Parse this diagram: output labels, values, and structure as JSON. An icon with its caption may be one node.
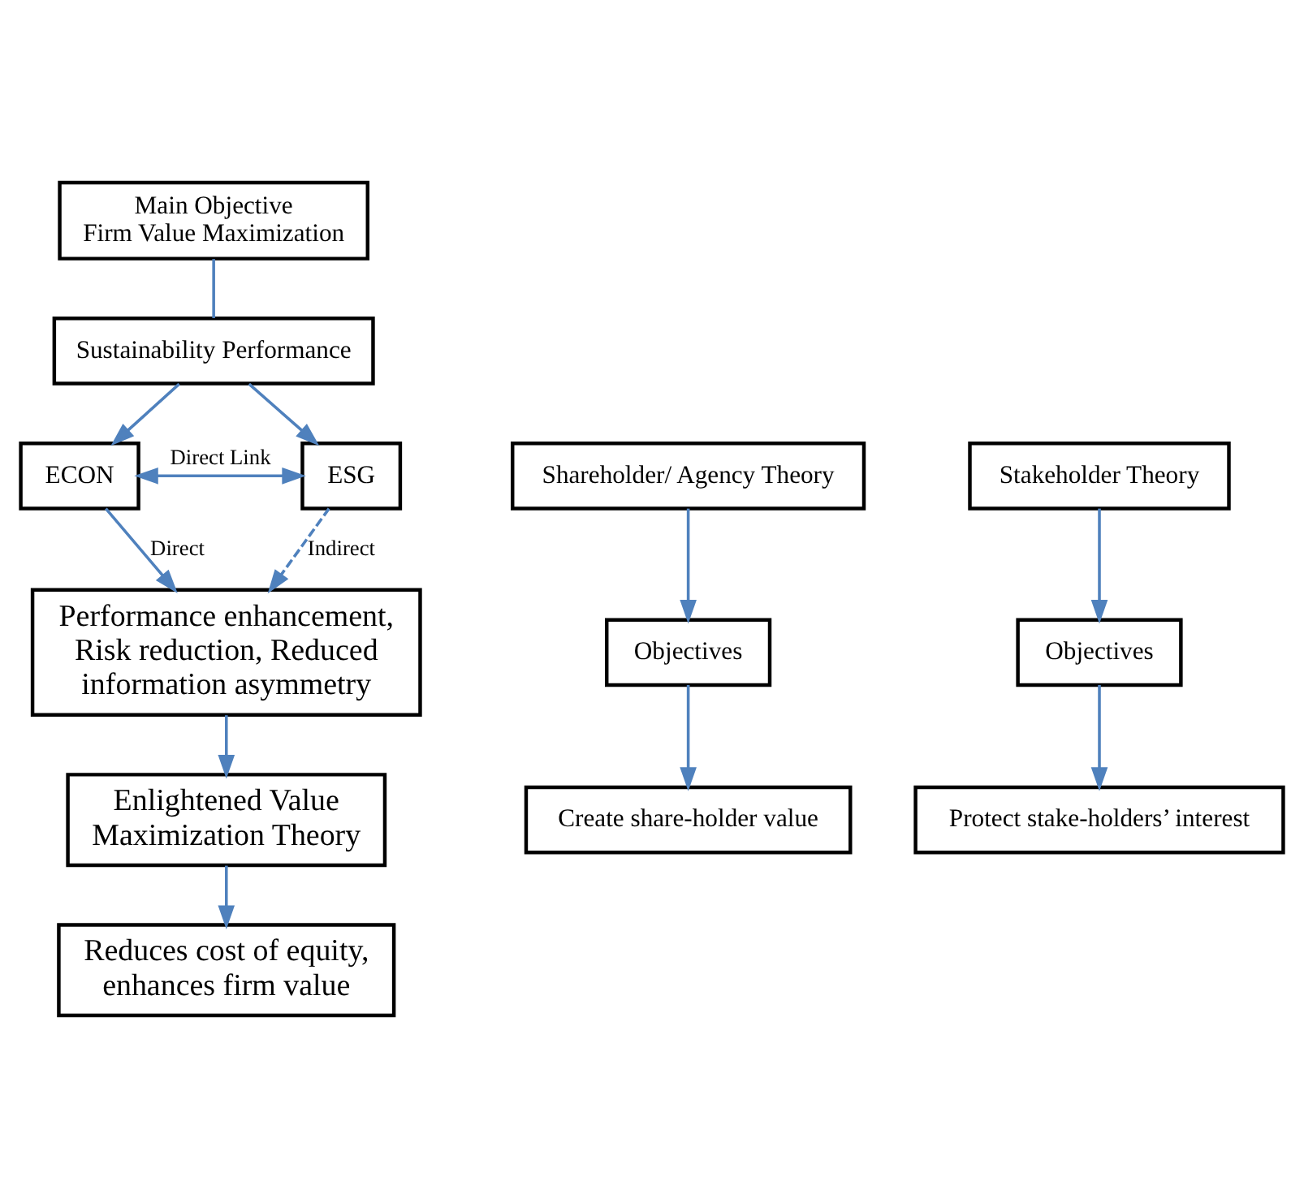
{
  "diagram": {
    "nodes": [
      {
        "text": [
          "Main Objective",
          "Firm Value Maximization"
        ]
      },
      {
        "text": [
          "Sustainability Performance"
        ]
      },
      {
        "text": [
          "Shareholder/ Agency Theory"
        ]
      },
      {
        "text": [
          "Objectives"
        ]
      },
      {
        "text": [
          "Create share-holder value"
        ]
      },
      {
        "text": [
          "ECON"
        ]
      },
      {
        "text": [
          "ESG"
        ]
      },
      {
        "text": [
          "Stakeholder Theory"
        ]
      },
      {
        "text": [
          "Objectives"
        ]
      },
      {
        "text": [
          "Protect stake-holders’ interest"
        ]
      },
      {
        "text": [
          "Performance enhancement, Risk reduction, Reduced information asymmetry"
        ]
      },
      {
        "text": [
          "Enlightened Value Maximization Theory"
        ]
      },
      {
        "text": [
          "Reduces cost of equity, enhances firm value"
        ]
      }
    ],
    "edges": [
      {
        "from": 0,
        "to": 1,
        "arrow": "none"
      },
      {
        "from": 1,
        "to": 5,
        "arrow": "to"
      },
      {
        "from": 1,
        "to": 6,
        "arrow": "to"
      },
      {
        "from": 2,
        "to": 3,
        "arrow": "to"
      },
      {
        "from": 3,
        "to": 4,
        "arrow": "to"
      },
      {
        "from": 7,
        "to": 8,
        "arrow": "to"
      },
      {
        "from": 8,
        "to": 9,
        "arrow": "to"
      },
      {
        "from": 5,
        "to": 6,
        "arrow": "both",
        "label": "Direct Link"
      },
      {
        "from": 5,
        "to": 10,
        "arrow": "to",
        "label": "Direct"
      },
      {
        "from": 6,
        "to": 10,
        "arrow": "to",
        "label": "Indirect",
        "style": "dashed"
      },
      {
        "from": 10,
        "to": 11,
        "arrow": "to"
      },
      {
        "from": 11,
        "to": 12,
        "arrow": "to"
      }
    ]
  }
}
